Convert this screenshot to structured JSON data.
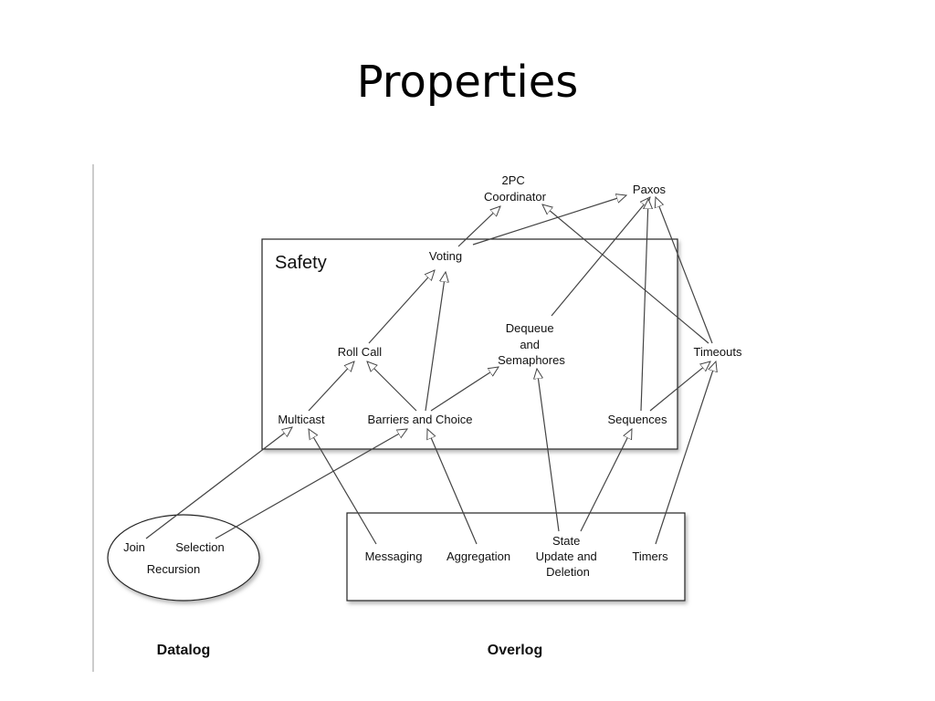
{
  "slide": {
    "title": "Properties"
  },
  "boxes": {
    "safety": "Safety",
    "datalog": "Datalog",
    "overlog": "Overlog"
  },
  "nodes": {
    "two_pc": [
      "2PC",
      "Coordinator"
    ],
    "paxos": [
      "Paxos"
    ],
    "voting": [
      "Voting"
    ],
    "roll_call": [
      "Roll Call"
    ],
    "dequeue": [
      "Dequeue",
      "and",
      "Semaphores"
    ],
    "timeouts": [
      "Timeouts"
    ],
    "multicast": [
      "Multicast"
    ],
    "barriers": [
      "Barriers and Choice"
    ],
    "sequences": [
      "Sequences"
    ],
    "join": [
      "Join"
    ],
    "selection": [
      "Selection"
    ],
    "recursion": [
      "Recursion"
    ],
    "messaging": [
      "Messaging"
    ],
    "aggregation": [
      "Aggregation"
    ],
    "state": [
      "State",
      "Update and",
      "Deletion"
    ],
    "timers": [
      "Timers"
    ]
  }
}
